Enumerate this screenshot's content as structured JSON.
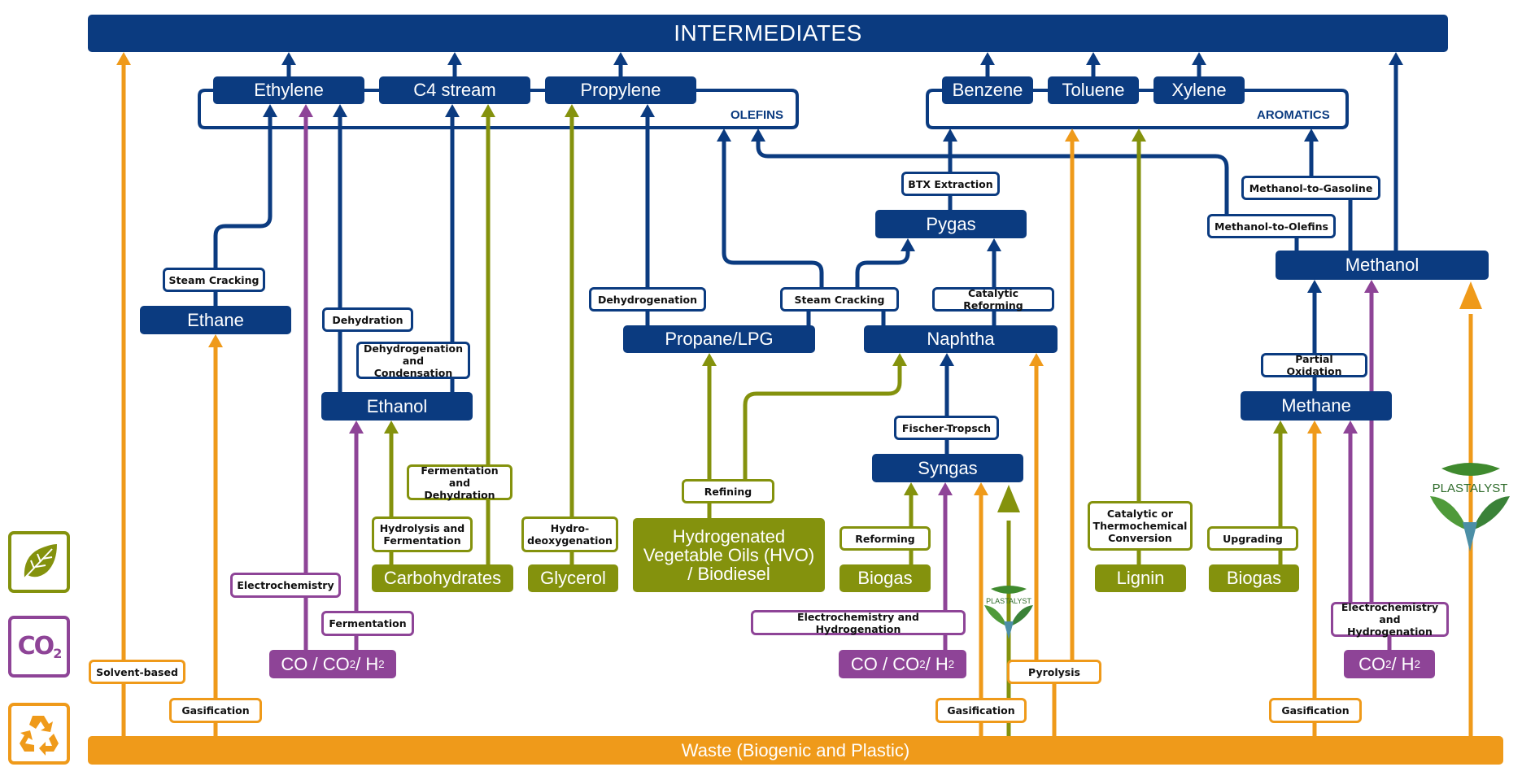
{
  "header": {
    "title": "INTERMEDIATES"
  },
  "groups": {
    "olefins": "OLEFINS",
    "aromatics": "AROMATICS"
  },
  "olefins": [
    "Ethylene",
    "C4 stream",
    "Propylene"
  ],
  "aromatics": [
    "Benzene",
    "Toluene",
    "Xylene"
  ],
  "intermediate_nodes": {
    "ethane": "Ethane",
    "ethanol": "Ethanol",
    "propane_lpg": "Propane/LPG",
    "naphtha": "Naphtha",
    "pygas": "Pygas",
    "syngas": "Syngas",
    "methanol": "Methanol",
    "methane": "Methane"
  },
  "bio_feedstocks": {
    "carbohydrates": "Carbohydrates",
    "glycerol": "Glycerol",
    "hvo": "Hydrogenated Vegetable Oils (HVO) / Biodiesel",
    "biogas_syngas": "Biogas",
    "lignin": "Lignin",
    "biogas_methane": "Biogas"
  },
  "co2_feedstocks": {
    "left": "CO / CO2 / H2",
    "middle": "CO / CO2 / H2",
    "right": "CO2 / H2"
  },
  "waste": {
    "label": "Waste (Biogenic and Plastic)"
  },
  "processes": {
    "steam_cracking_ethane": "Steam Cracking",
    "dehydration": "Dehydration",
    "dehydrogenation_condensation": "Dehydrogenation and Condensation",
    "dehydrogenation": "Dehydrogenation",
    "steam_cracking_naphtha": "Steam Cracking",
    "catalytic_reforming": "Catalytic Reforming",
    "btx_extraction": "BTX Extraction",
    "methanol_to_gasoline": "Methanol-to-Gasoline",
    "methanol_to_olefins": "Methanol-to-Olefins",
    "partial_oxidation": "Partial Oxidation",
    "fischer_tropsch": "Fischer-Tropsch",
    "fermentation_dehydration": "Fermentation and Dehydration",
    "hydrolysis_fermentation": "Hydrolysis and Fermentation",
    "hydrodeoxygenation": "Hydro-deoxygenation",
    "refining": "Refining",
    "reforming": "Reforming",
    "catalytic_thermochemical": "Catalytic or Thermochemical Conversion",
    "upgrading": "Upgrading",
    "electrochemistry": "Electrochemistry",
    "fermentation": "Fermentation",
    "electrochem_hydrogenation_mid": "Electrochemistry and Hydrogenation",
    "electrochem_hydrogenation_right": "Electrochemistry and Hydrogenation",
    "solvent_based": "Solvent-based",
    "gasification_ethane": "Gasification",
    "gasification_syngas": "Gasification",
    "pyrolysis": "Pyrolysis",
    "gasification_methane": "Gasification"
  },
  "legend": [
    {
      "icon": "leaf-icon",
      "meaning": "biomass",
      "color": "#84920d"
    },
    {
      "icon": "co2-icon",
      "label": "CO2",
      "meaning": "carbon dioxide",
      "color": "#8e4497"
    },
    {
      "icon": "recycle-icon",
      "meaning": "waste",
      "color": "#ef9a1a"
    }
  ],
  "logos": [
    "PLASTALYST",
    "PLASTALYST"
  ],
  "colors": {
    "navy": "#0b3b80",
    "olive": "#84920d",
    "purple": "#8e4497",
    "orange": "#ef9a1a"
  }
}
